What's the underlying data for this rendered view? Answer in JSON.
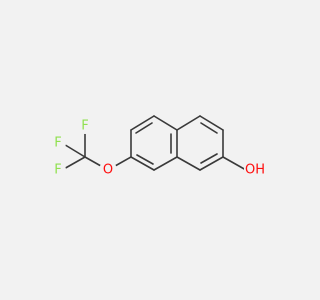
{
  "molecule": {
    "atoms": {
      "O_ether": {
        "symbol": "O",
        "color": "#ff0d0d"
      },
      "F1": {
        "symbol": "F",
        "color": "#90e050"
      },
      "F2": {
        "symbol": "F",
        "color": "#90e050"
      },
      "F3": {
        "symbol": "F",
        "color": "#90e050"
      },
      "OH": {
        "symbol": "OH",
        "color": "#ff0d0d"
      }
    },
    "bond_color": "#3a3a3a",
    "background": "#f2f2f2"
  }
}
